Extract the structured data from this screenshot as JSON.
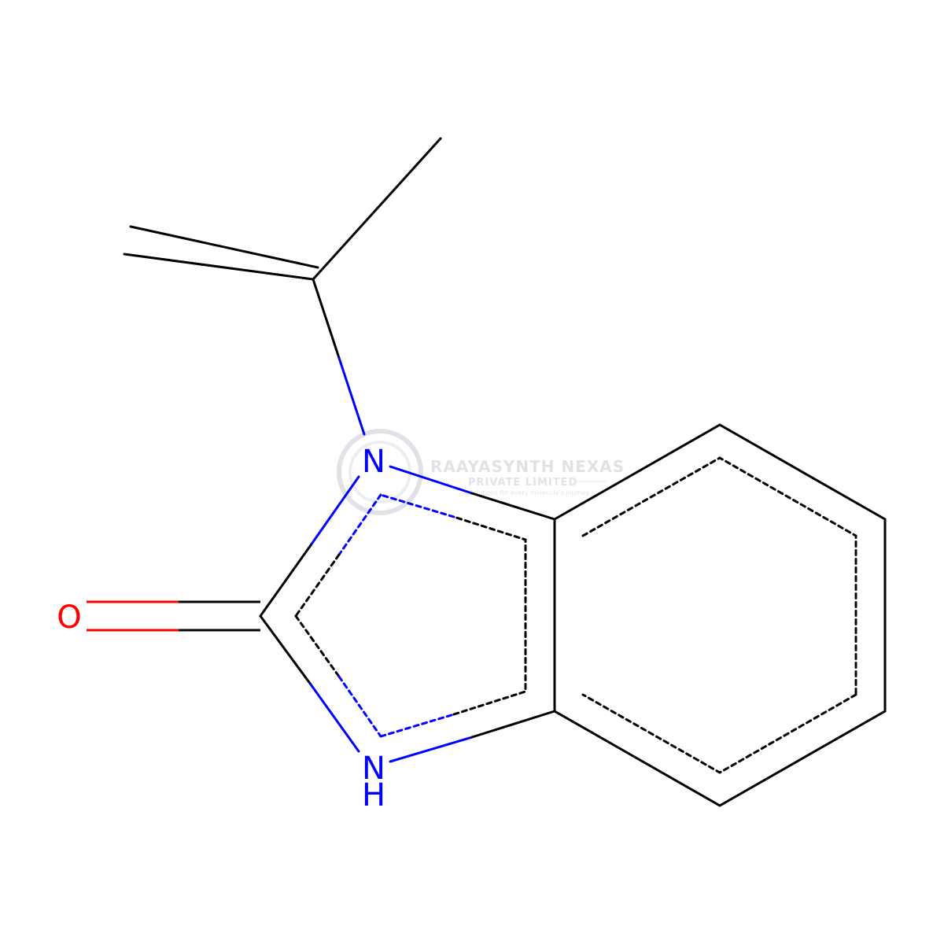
{
  "molecule": {
    "atoms": [
      {
        "id": "O1",
        "symbol": "O",
        "hydrogens": ""
      },
      {
        "id": "N1",
        "symbol": "N",
        "hydrogens": ""
      },
      {
        "id": "N3",
        "symbol": "N",
        "hydrogens": "H"
      }
    ]
  },
  "watermark": {
    "title": "RAAYASYNTH NEXAS",
    "subtitle": "PRIVATE LIMITED",
    "tagline": "Solutions for every molecule's journey"
  },
  "colors": {
    "carbon_bond": "#000000",
    "nitrogen": "#0000ff",
    "oxygen": "#ff0000",
    "watermark": "#c8ccd4"
  }
}
